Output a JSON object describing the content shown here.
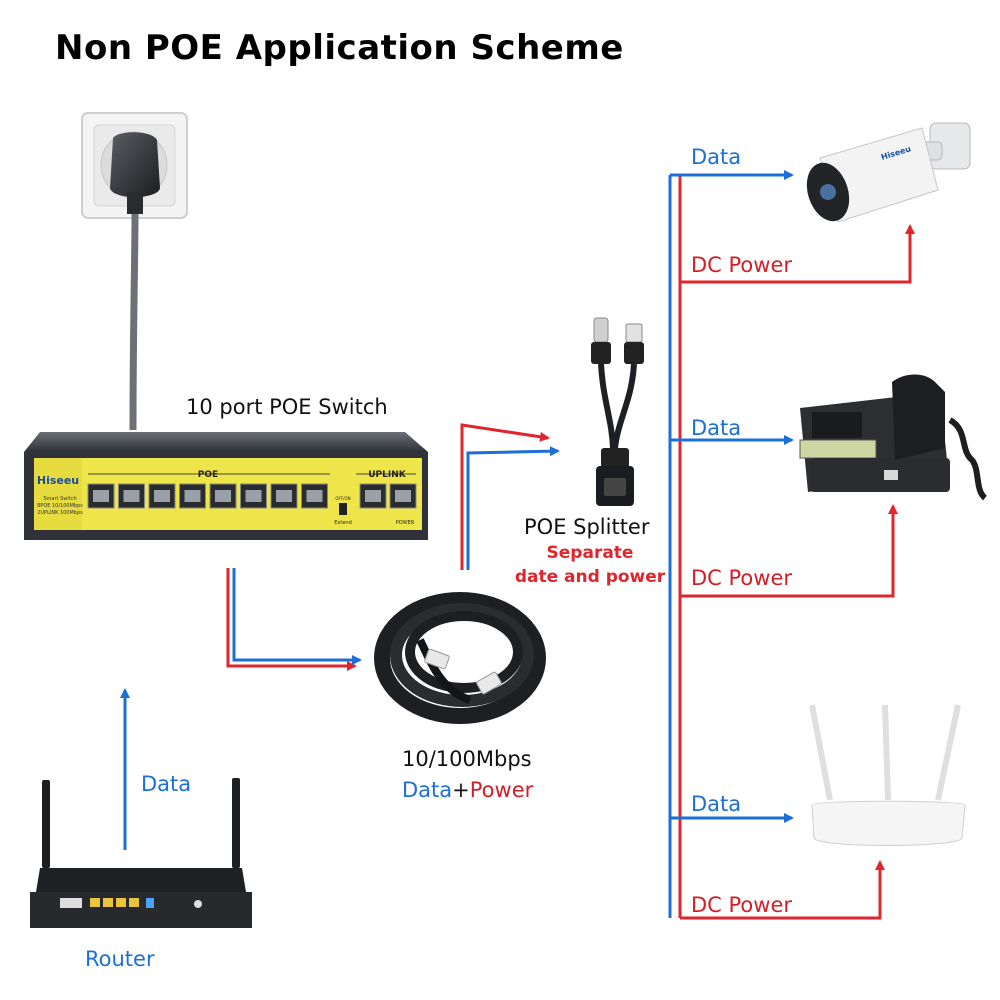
{
  "title": "Non POE Application Scheme",
  "devices": {
    "switch": {
      "label": "10 port POE Switch",
      "brand": "Hiseeu",
      "poe_header": "POE",
      "uplink_header": "UPLINK",
      "caption_line1": "Smart Switch",
      "caption_line2": "8POE 10/100Mbps",
      "caption_line3": "2UPLINK 100Mbps",
      "extend": "Extend",
      "power": "POWER",
      "offon": "OFF/ON"
    },
    "splitter": {
      "label": "POE Splitter",
      "note_line1": "Separate",
      "note_line2": "date and power"
    },
    "cable": {
      "speed": "10/100Mbps",
      "data_word": "Data",
      "plus": "+",
      "power_word": "Power"
    },
    "router": {
      "label": "Router",
      "data_label": "Data"
    },
    "camera": {
      "brand": "Hiseeu",
      "data_label": "Data",
      "power_label": "DC Power"
    },
    "phone": {
      "data_label": "Data",
      "power_label": "DC Power"
    },
    "wifi_router": {
      "data_label": "Data",
      "power_label": "DC Power"
    }
  },
  "colors": {
    "data": "#1c6fd6",
    "power": "#e0262d",
    "switch_panel": "#f2e94e",
    "switch_body": "#3b3f47"
  }
}
